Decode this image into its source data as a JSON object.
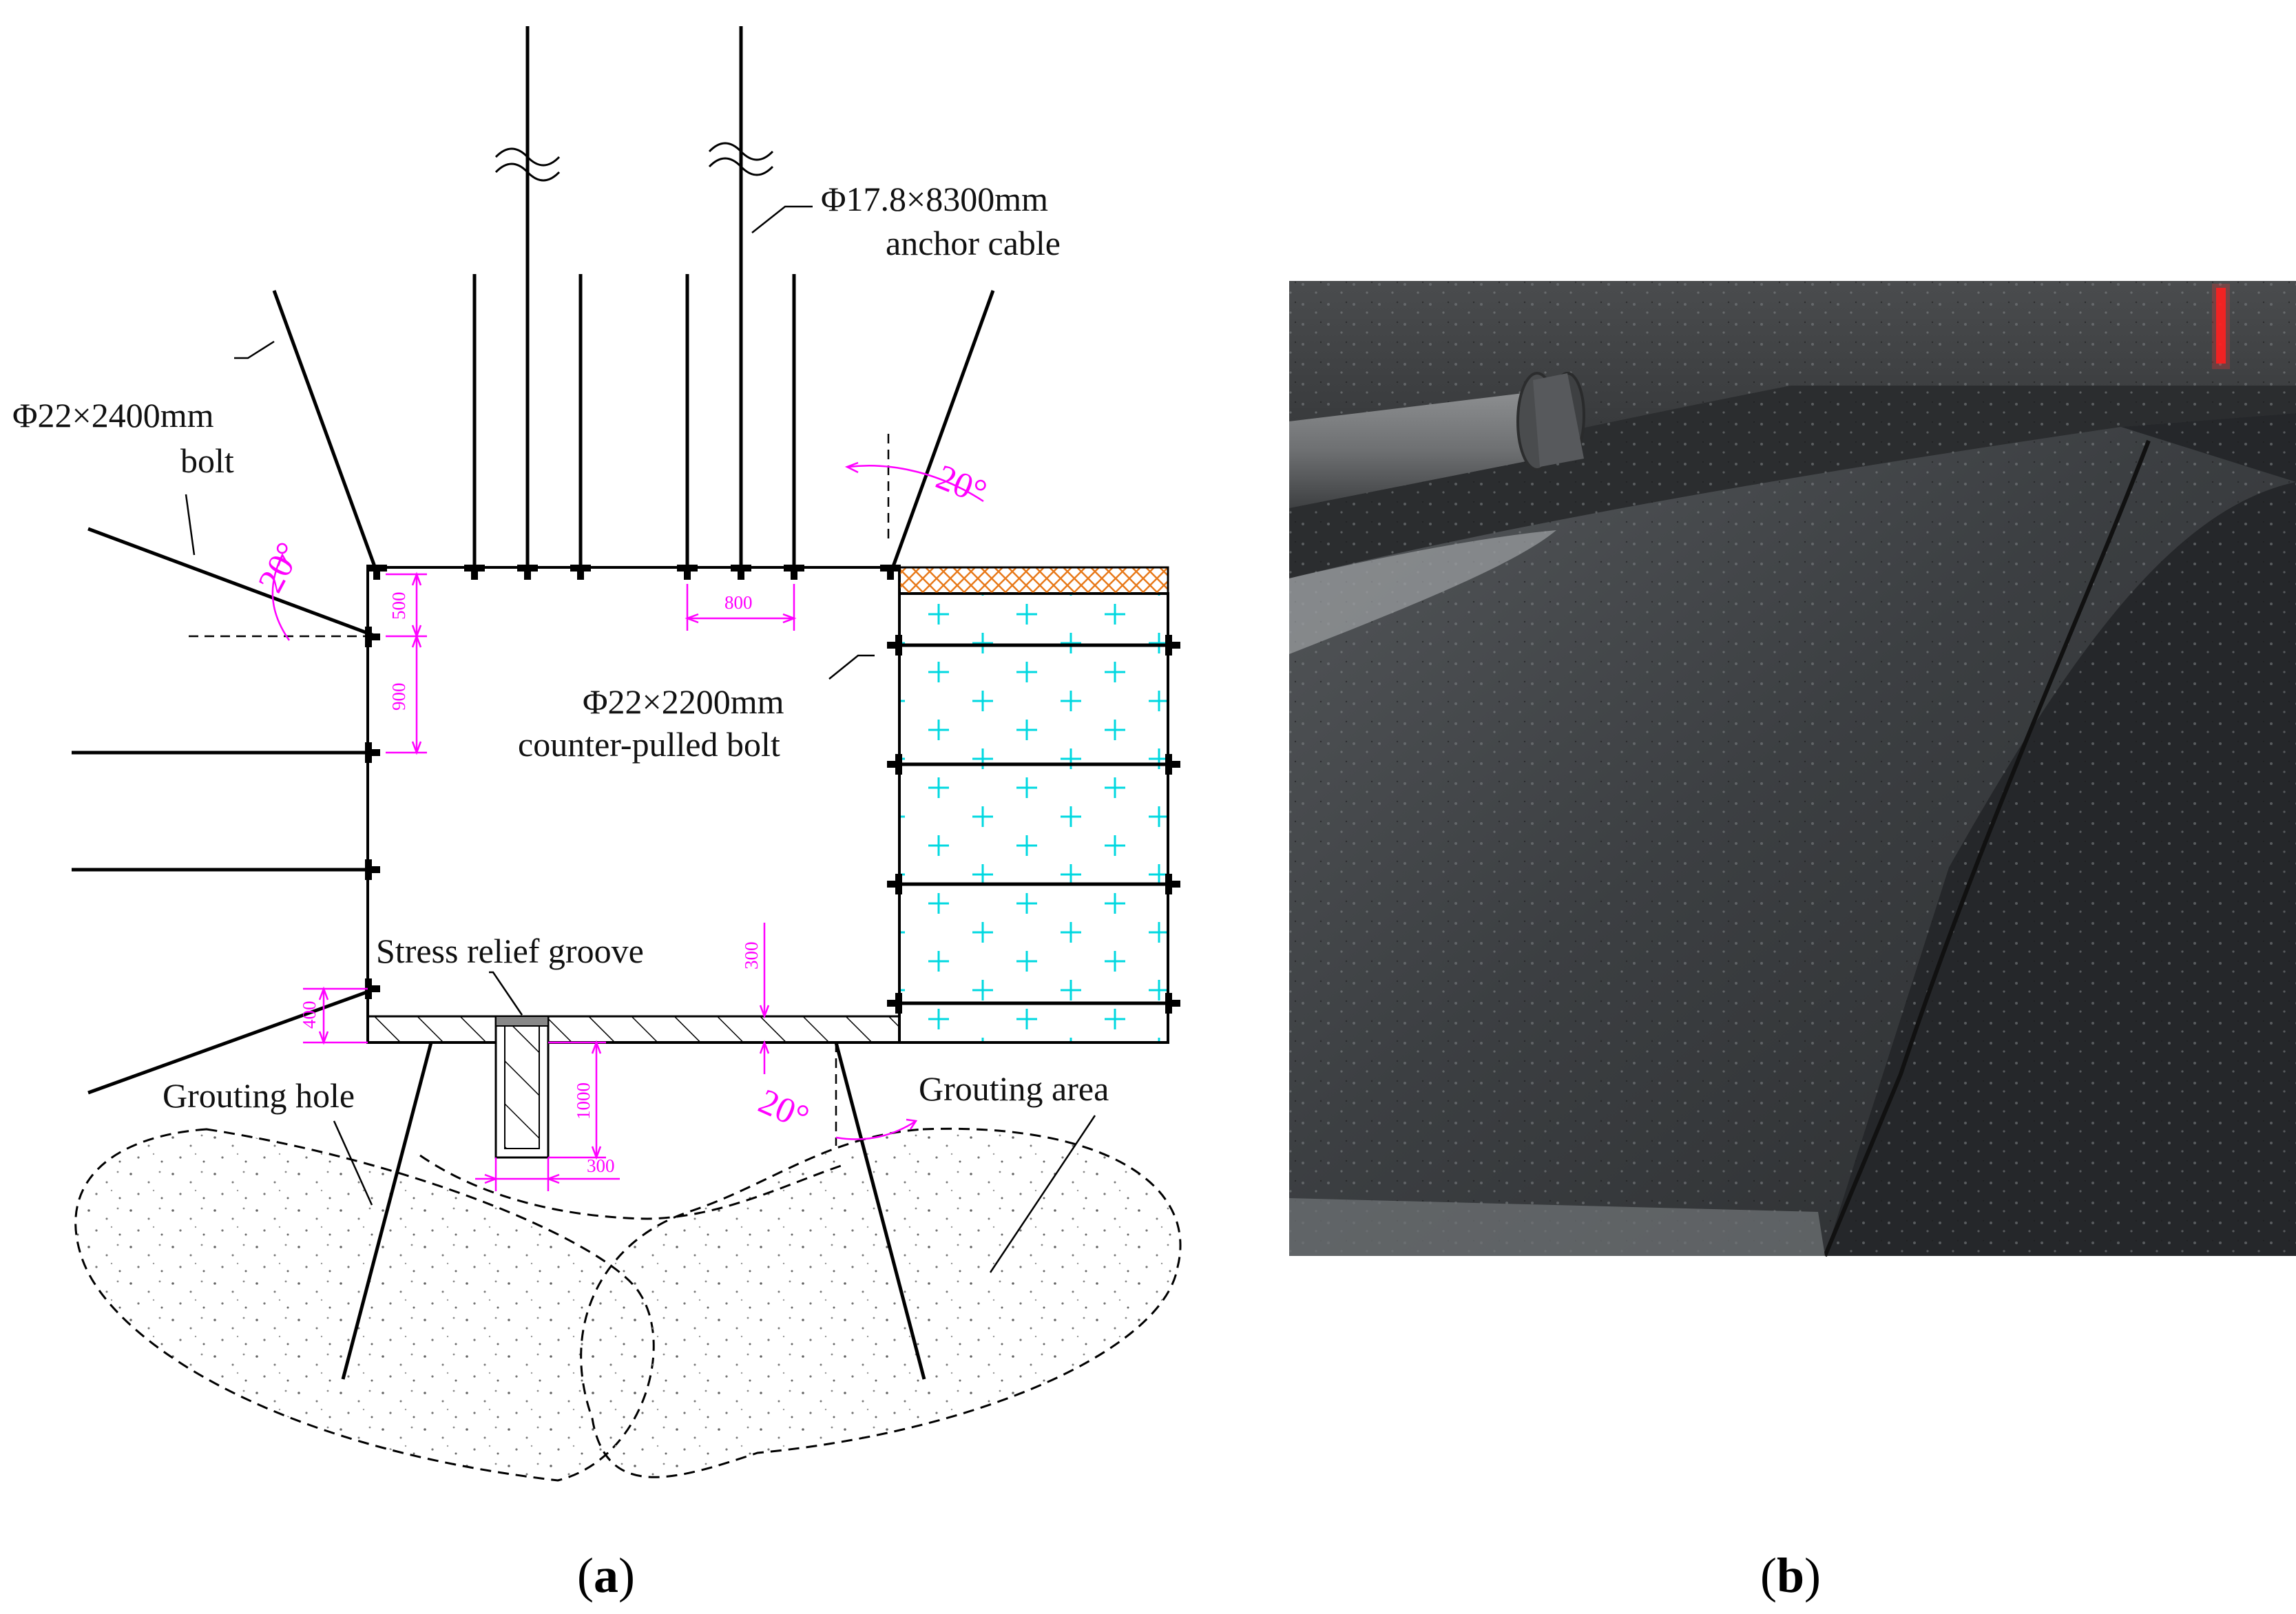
{
  "panel_a": {
    "labels": {
      "anchor_cable_spec": "Φ17.8×8300mm",
      "anchor_cable_name": "anchor cable",
      "bolt_spec": "Φ22×2400mm",
      "bolt_name": "bolt",
      "counter_bolt_spec": "Φ22×2200mm",
      "counter_bolt_name": "counter-pulled bolt",
      "stress_relief_groove": "Stress relief groove",
      "grouting_hole": "Grouting hole",
      "grouting_area": "Grouting area"
    },
    "angles": {
      "left": "20°",
      "right": "20°",
      "bottom": "20°"
    },
    "dimensions": {
      "top_spacing": "800",
      "left_first": "500",
      "left_second": "900",
      "floor_layer": "300",
      "bottom_left": "400",
      "groove_depth": "1000",
      "groove_width": "300"
    },
    "caption_letter": "a"
  },
  "panel_b": {
    "caption_letter": "b"
  },
  "colors": {
    "line": "#000000",
    "dimension": "#ff00ff",
    "coal_pillar_mark": "#00d8e0",
    "top_layer": "#e8791a"
  }
}
